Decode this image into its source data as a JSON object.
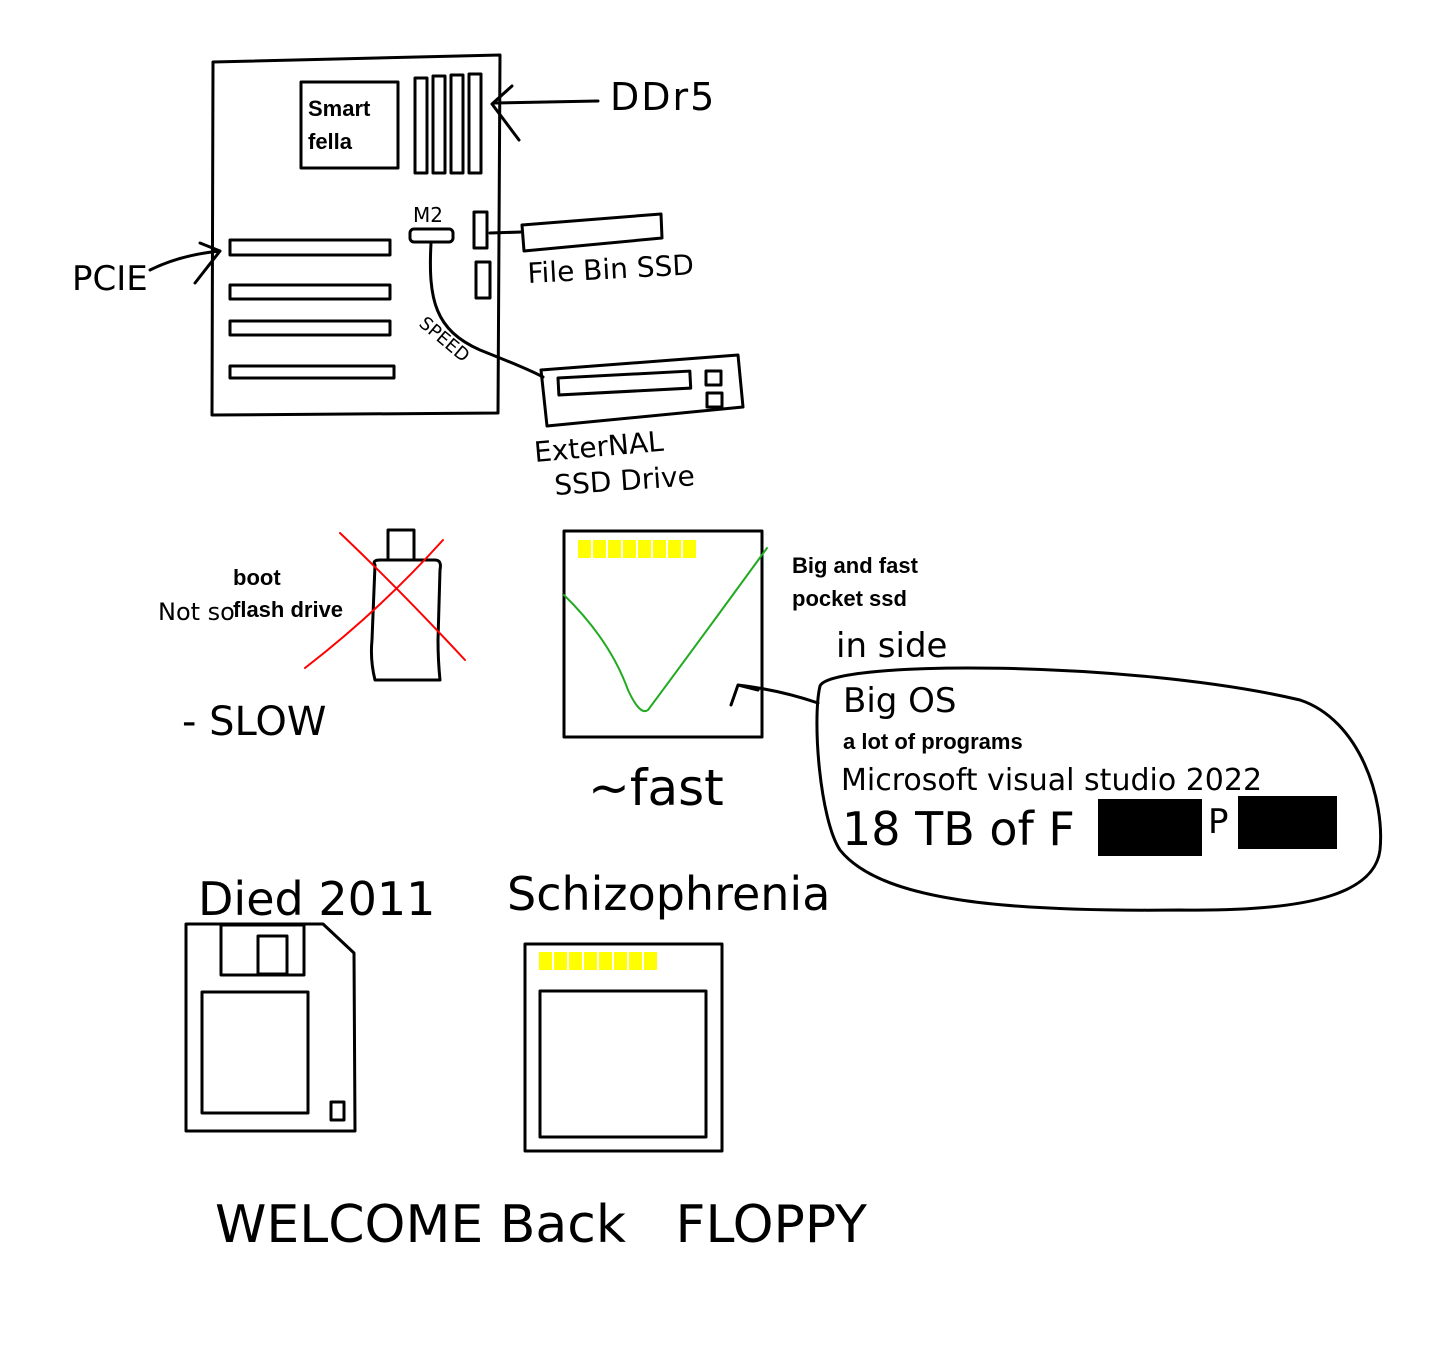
{
  "motherboard": {
    "cpu_label_line1": "Smart",
    "cpu_label_line2": "fella",
    "ram_label": "DDr5",
    "pcie_label": "PCIE",
    "m2_label": "M2",
    "speed_label": "SPEED",
    "filebin_label": "File Bin SSD",
    "external_label_line1": "ExterNAL",
    "external_label_line2": "SSD Drive"
  },
  "flash_drive": {
    "not_so": "Not so",
    "label_line1": "boot",
    "label_line2": "flash drive",
    "speed": "- SLOW",
    "cross_color": "#ff0000"
  },
  "pocket_ssd": {
    "label_line1": "Big and fast",
    "label_line2": "pocket ssd",
    "speed": "~fast",
    "contacts_color": "#ffff00",
    "curve_color": "#22aa22"
  },
  "inside_bubble": {
    "heading": "in side",
    "line1": "Big OS",
    "line2": "a lot of programs",
    "line3": "Microsoft visual studio 2022",
    "line4_prefix": "18 TB of F",
    "line4_mid": "P",
    "redaction_color": "#000000"
  },
  "floppy": {
    "label": "Died 2011"
  },
  "sd_card": {
    "label": "Schizophrenia",
    "contacts_color": "#ffff00"
  },
  "footer": {
    "caption": "WELCOME Back   FLOPPY"
  }
}
